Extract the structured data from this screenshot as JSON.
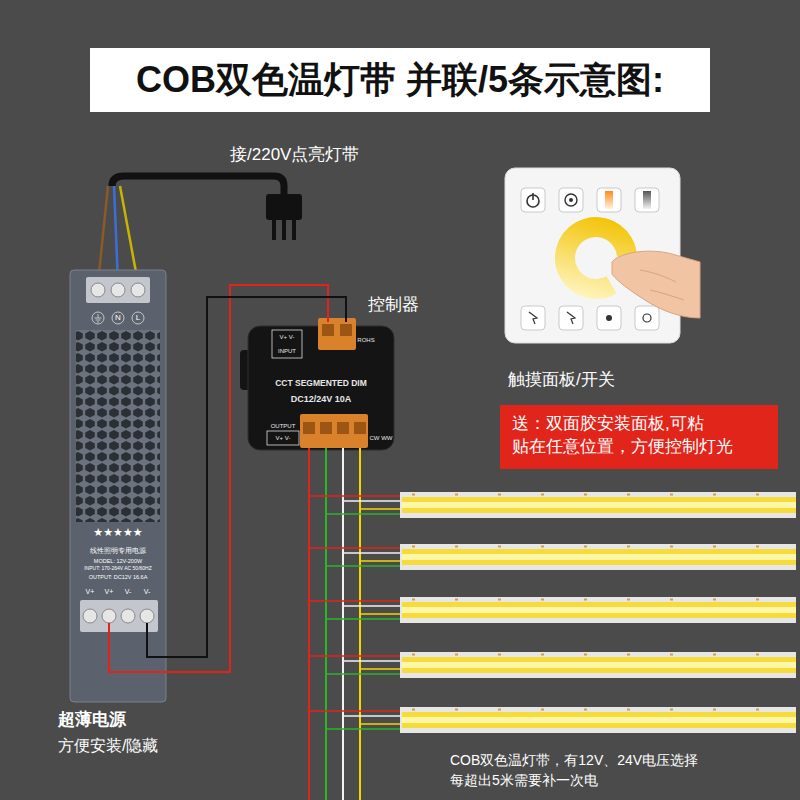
{
  "diagram": {
    "title": "COB双色温灯带 并联/5条示意图:",
    "nodes": [
      {
        "text": [
          "N",
          "L",
          "★★★★★",
          "线性照明专用电源",
          "MODEL: 12V-200W",
          "INPUT: 170-264V AC 50/60HZ",
          "OUTPUT: DC12V 16.6A",
          "V+",
          "V+",
          "V-",
          "V-"
        ]
      },
      {
        "text": [
          "V+ V-",
          "INPUT",
          "ROHS",
          "CCT SEGMENTED DIM",
          "DC12/24V 10A",
          "OUTPUT",
          "V+ V-",
          "CW WW"
        ]
      },
      {
        "text": [
          "送：双面胶安装面板,可粘 贴在任意位置，方便控制灯光"
        ]
      }
    ],
    "edges": [
      {
        "from": 0,
        "to": 1,
        "arrow": "none"
      },
      {
        "from": 0,
        "to": 1,
        "arrow": "none"
      }
    ],
    "labels": [
      "接/220V点亮灯带",
      "控制器",
      "触摸面板/开关",
      "超薄电源",
      "方便安装/隐藏",
      "COB双色温灯带，有12V、24V电压选择 每超出5米需要补一次电"
    ]
  }
}
